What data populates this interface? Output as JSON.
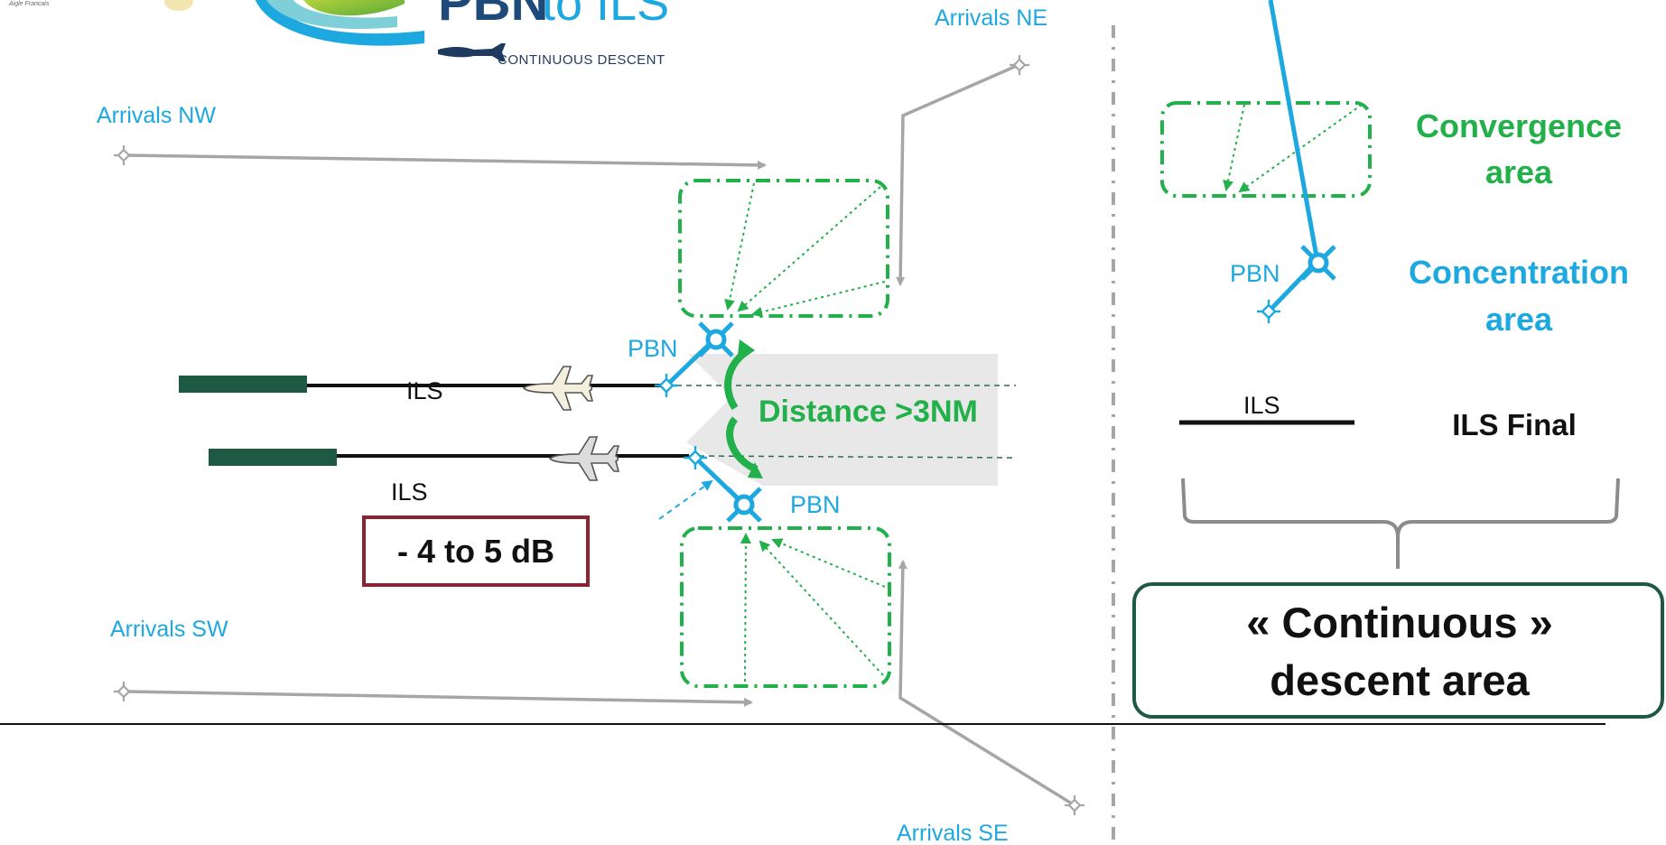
{
  "colors": {
    "blue": "#1ea8e0",
    "green": "#22b04b",
    "gray": "#a6a6a6",
    "runway": "#1e5a43",
    "dbBorder": "#8b2332",
    "dark_green_border": "#1e5a43",
    "band": "#e8e8e8"
  },
  "logo": {
    "title_bold": "PBN",
    "title_light": "to ILS",
    "subtitle": "CONTINUOUS DESCENT",
    "corner_mark": "Aigle Francais"
  },
  "arrivals": {
    "nw": "Arrivals NW",
    "ne": "Arrivals NE",
    "sw": "Arrivals SW",
    "se": "Arrivals SE"
  },
  "diagram": {
    "ils_upper": "ILS",
    "ils_lower": "ILS",
    "pbn_upper": "PBN",
    "pbn_lower": "PBN",
    "distance": "Distance >3NM",
    "noise": "- 4 to 5 dB"
  },
  "legend": {
    "convergence_line1": "Convergence",
    "convergence_line2": "area",
    "pbn_label": "PBN",
    "concentration_line1": "Concentration",
    "concentration_line2": "area",
    "ils_label": "ILS",
    "ils_final": "ILS Final",
    "continuous_line1": "« Continuous »",
    "continuous_line2": "descent area"
  }
}
